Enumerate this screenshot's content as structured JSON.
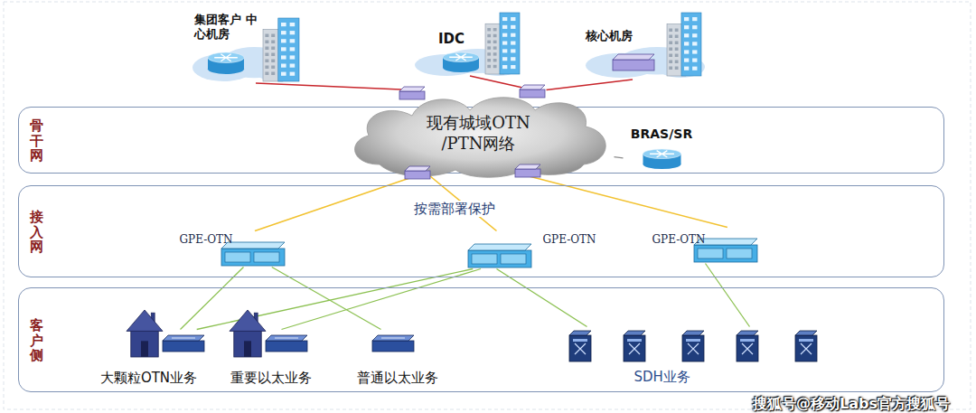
{
  "diagram": {
    "nodes": [
      {
        "text": [
          "集团客户 中心机房"
        ]
      },
      {
        "text": [
          "IDC"
        ]
      },
      {
        "text": [
          "核心机房"
        ]
      },
      {
        "text": [
          "骨干网"
        ]
      },
      {
        "text": [
          "现有城域OTN /PTN网络"
        ],
        "in": 3
      },
      {
        "text": [
          "BRAS/SR"
        ],
        "in": 3
      },
      {
        "text": [
          "接入网"
        ]
      },
      {
        "text": [
          "GPE-OTN"
        ],
        "in": 6
      },
      {
        "text": [
          "GPE-OTN"
        ],
        "in": 6
      },
      {
        "text": [
          "GPE-OTN"
        ],
        "in": 6
      },
      {
        "text": [
          "客户侧"
        ]
      },
      {
        "text": [
          "大颗粒OTN业务"
        ],
        "in": 10
      },
      {
        "text": [
          "重要以太业务"
        ],
        "in": 10
      },
      {
        "text": [
          "普通以太业务"
        ],
        "in": 10
      },
      {
        "text": [
          "SDH业务"
        ],
        "in": 10
      }
    ],
    "edges": [
      {
        "from": 0,
        "to": 4,
        "arrow": "none"
      },
      {
        "from": 1,
        "to": 4,
        "arrow": "none"
      },
      {
        "from": 2,
        "to": 4,
        "arrow": "none"
      },
      {
        "from": 4,
        "to": 5,
        "arrow": "none"
      },
      {
        "from": 4,
        "to": 7,
        "arrow": "none"
      },
      {
        "from": 4,
        "to": 8,
        "arrow": "none"
      },
      {
        "from": 4,
        "to": 9,
        "arrow": "none"
      },
      {
        "from": 7,
        "to": 11,
        "arrow": "none"
      },
      {
        "from": 7,
        "to": 13,
        "arrow": "none"
      },
      {
        "from": 8,
        "to": 11,
        "arrow": "none"
      },
      {
        "from": 8,
        "to": 12,
        "arrow": "none"
      },
      {
        "from": 8,
        "to": 14,
        "arrow": "none"
      },
      {
        "from": 9,
        "to": 14,
        "arrow": "none"
      }
    ],
    "labels": [
      "按需部署保护",
      "搜狐号@移动Labs官方搜狐号"
    ]
  }
}
